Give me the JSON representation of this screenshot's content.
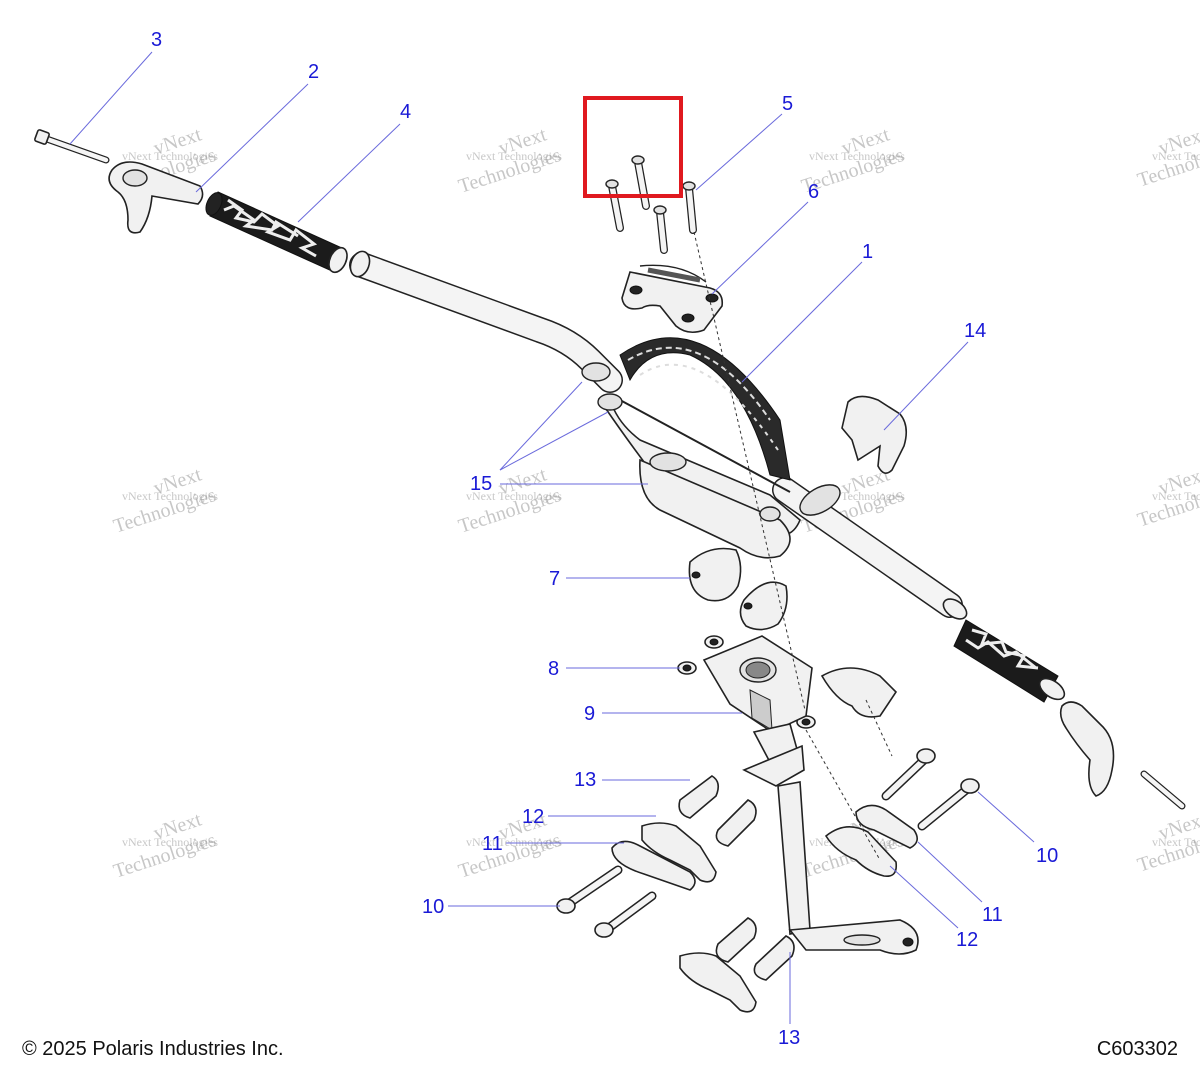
{
  "callouts": [
    "1",
    "2",
    "3",
    "4",
    "5",
    "6",
    "7",
    "8",
    "9",
    "10",
    "10",
    "11",
    "11",
    "12",
    "12",
    "13",
    "13",
    "14",
    "15"
  ],
  "watermark": {
    "line1": "vNext",
    "line2": "Technologies"
  },
  "watermark_small": "vNext Technologies",
  "footer": {
    "copyright": "© 2025 Polaris Industries Inc.",
    "code": "C603302"
  },
  "colors": {
    "callout": "#1a1ad6",
    "highlight": "#e0191f"
  }
}
